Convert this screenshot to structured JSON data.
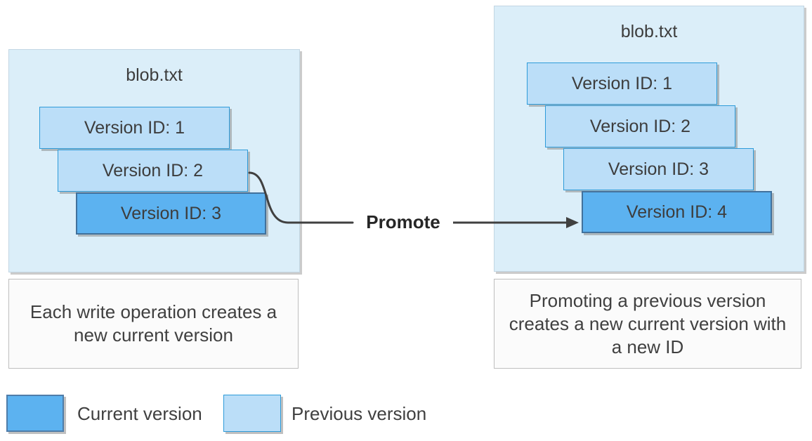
{
  "left_diagram": {
    "title": "blob.txt",
    "versions": [
      {
        "label": "Version ID: 1",
        "state": "previous"
      },
      {
        "label": "Version ID: 2",
        "state": "previous"
      },
      {
        "label": "Version ID: 3",
        "state": "current"
      }
    ],
    "caption": "Each write operation creates a new current version"
  },
  "right_diagram": {
    "title": "blob.txt",
    "versions": [
      {
        "label": "Version ID: 1",
        "state": "previous"
      },
      {
        "label": "Version ID: 2",
        "state": "previous"
      },
      {
        "label": "Version ID: 3",
        "state": "previous"
      },
      {
        "label": "Version ID: 4",
        "state": "current"
      }
    ],
    "caption": "Promoting a previous version creates a new current version with a new ID"
  },
  "connector": {
    "label": "Promote"
  },
  "legend": {
    "items": [
      {
        "label": "Current version",
        "color": "#5CB2F0"
      },
      {
        "label": "Previous version",
        "color": "#BBDEF8"
      }
    ]
  },
  "colors": {
    "container_background": "#DBEEF9",
    "previous_version_fill": "#BBDEF8",
    "previous_version_border": "#2E9BD9",
    "current_version_fill": "#5CB2F0",
    "current_version_border": "#41719C",
    "caption_background": "#FBFBFB",
    "text": "#404040",
    "connector_line": "#404040"
  }
}
